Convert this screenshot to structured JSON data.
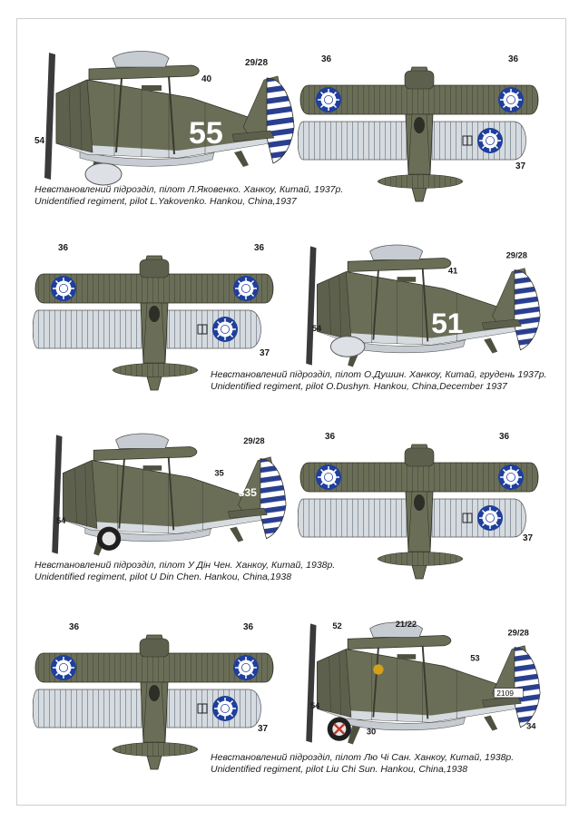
{
  "colors": {
    "olive": "#6b6e57",
    "olive_dark": "#4e5140",
    "underside": "#d6dbe0",
    "stripe_blue": "#2a3f8f",
    "roundel_blue": "#1f3f9c"
  },
  "profiles": [
    {
      "fuselage_number": "55",
      "labels": {
        "tail": "29/28",
        "number": "40",
        "wheel": "54"
      },
      "caption_ua": "Невстановлений підрозділ, пілот Л.Яковенко. Ханкоу, Китай, 1937р.",
      "caption_en": "Unidentified regiment, pilot L.Yakovenko. Hankou, China,1937"
    },
    {
      "fuselage_number": "51",
      "labels": {
        "tail": "29/28",
        "number": "41",
        "wheel": "54"
      },
      "caption_ua": "Невстановлений підрозділ, пілот О.Душин. Ханкоу, Китай, грудень 1937р.",
      "caption_en": "Unidentified regiment, pilot O.Dushyn. Hankou, China,December 1937"
    },
    {
      "fuselage_number": "335",
      "labels": {
        "tail": "29/28",
        "number": "35",
        "wheel": "54"
      },
      "caption_ua": "Невстановлений підрозділ, пілот У Дін Чен. Ханкоу, Китай, 1938р.",
      "caption_en": "Unidentified regiment, pilot U Din Chen. Hankou, China,1938"
    },
    {
      "fuselage_number": "",
      "tail_serial": "2109",
      "labels": {
        "tail": "29/28",
        "cockpit": "21/22",
        "cowl": "52",
        "fin": "53",
        "rudder": "34",
        "wheel": "54",
        "wheel_marking": "30"
      },
      "caption_ua": "Невстановлений підрозділ, пілот Лю Чі Сан. Ханкоу, Китай, 1938р.",
      "caption_en": "Unidentified regiment, pilot Liu Chi Sun. Hankou, China,1938"
    }
  ],
  "topviews": [
    {
      "roundel_left": "36",
      "roundel_right": "36",
      "lower_roundel": "37"
    },
    {
      "roundel_left": "36",
      "roundel_right": "36",
      "lower_roundel": "37"
    },
    {
      "roundel_left": "36",
      "roundel_right": "36",
      "lower_roundel": "37"
    },
    {
      "roundel_left": "36",
      "roundel_right": "36",
      "lower_roundel": "37"
    }
  ]
}
